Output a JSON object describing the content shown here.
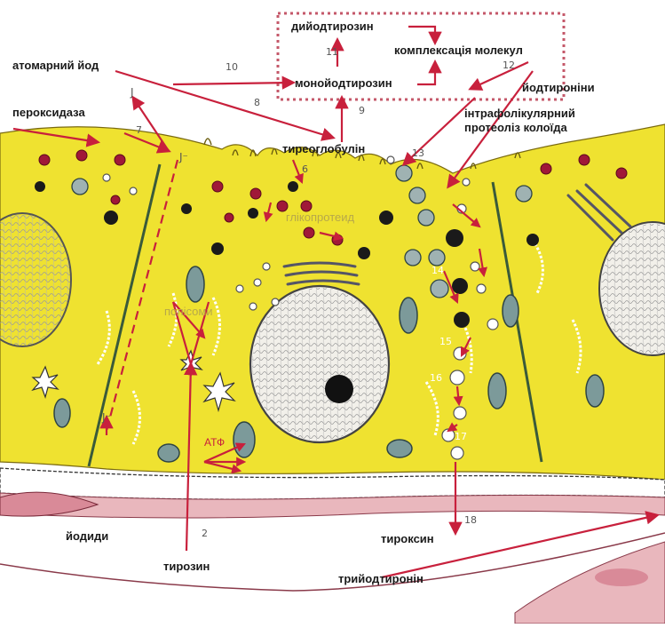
{
  "colors": {
    "cytoplasm": "#efe230",
    "arrow": "#c8203c",
    "membrane": "#3a5a3a",
    "nucleus": "#f2f0ea",
    "vessel": "#e9b7bd",
    "lumen": "#ffffff",
    "box_border": "#c4586a"
  },
  "labels": {
    "diiodotyrosine": "дийодтирозин",
    "complexation": "комплексація молекул",
    "atomic_iodine": "атомарний йод",
    "monoiodotyrosine": "монойодтирозин",
    "iodothyronines": "йодтироніни",
    "peroxidase": "пероксидаза",
    "thyroglobulin": "тиреоглобулін",
    "intrafollicular_proteolysis_1": "інтрафолікулярний",
    "intrafollicular_proteolysis_2": "протеоліз колоїда",
    "glycoprotein": "глікопротеид",
    "polysome": "полісоми",
    "atp": "АТФ",
    "iodides": "йодиди",
    "tyrosine": "тирозин",
    "thyroxine": "тироксин",
    "triiodothyronine": "трийодтиронін",
    "iodine_symbol": "J",
    "iodide_symbol": "J⁻"
  },
  "step_numbers": {
    "n2": "2",
    "n6": "6",
    "n7": "7",
    "n8": "8",
    "n9": "9",
    "n10": "10",
    "n11": "11",
    "n12": "12",
    "n13": "13",
    "n14": "14",
    "n15": "15",
    "n16": "16",
    "n17": "17",
    "n18": "18"
  }
}
